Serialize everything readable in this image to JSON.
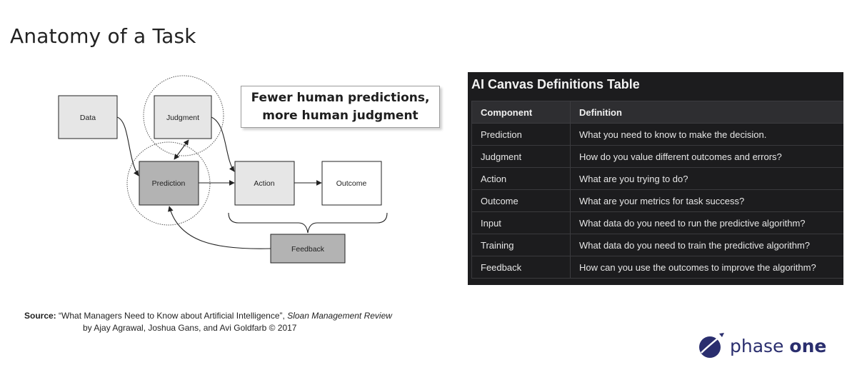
{
  "slide": {
    "title": "Anatomy of a Task"
  },
  "diagram": {
    "nodes": {
      "data": "Data",
      "judgment": "Judgment",
      "prediction": "Prediction",
      "action": "Action",
      "outcome": "Outcome",
      "feedback": "Feedback"
    },
    "callout": {
      "line1": "Fewer human predictions,",
      "line2": "more human judgment"
    }
  },
  "table": {
    "title": "AI Canvas Definitions Table",
    "headers": [
      "Component",
      "Definition"
    ],
    "rows": [
      [
        "Prediction",
        "What you need to know to make the decision."
      ],
      [
        "Judgment",
        "How do you value different outcomes and errors?"
      ],
      [
        "Action",
        "What are you trying to do?"
      ],
      [
        "Outcome",
        "What are your metrics for task success?"
      ],
      [
        "Input",
        "What data do you need to run the predictive algorithm?"
      ],
      [
        "Training",
        "What data do you need to train the predictive algorithm?"
      ],
      [
        "Feedback",
        "How can you use the outcomes to improve the algorithm?"
      ]
    ]
  },
  "source": {
    "label": "Source:",
    "quote": " “What Managers Need to Know about Artificial Intelligence”, ",
    "journal": "Sloan Management Review",
    "byline": "by Ajay Agrawal, Joshua Gans, and Avi Goldfarb © 2017"
  },
  "logo": {
    "text_light": "phase ",
    "text_bold": "one"
  },
  "colors": {
    "panel_bg": "#1c1c1e",
    "brand": "#2a2e6e",
    "box_light": "#e6e6e6",
    "box_dark": "#b3b3b3"
  }
}
